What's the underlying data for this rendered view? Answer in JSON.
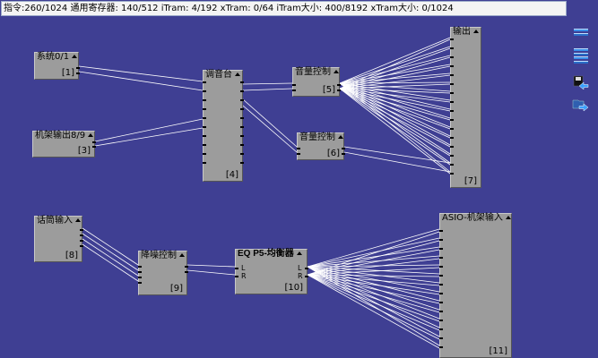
{
  "status_text": "指令:260/1024 通用寄存器: 140/512 iTram: 4/192 xTram: 0/64 iTram大小: 400/8192 xTram大小: 0/1024",
  "toolbar": {
    "btn1_icon": "equals-icon",
    "btn2_icon": "equals-icon",
    "btn3_icon": "equals-icon",
    "btn4_icon": "save-arrow-left-icon",
    "btn5_icon": "open-arrow-right-icon"
  },
  "blocks": {
    "sys": {
      "title": "系统0/1",
      "num": "[1]"
    },
    "rack_out": {
      "title": "机架输出8/9",
      "num": "[3]"
    },
    "mixer": {
      "title": "调音台",
      "num": "[4]"
    },
    "vol1": {
      "title": "音量控制",
      "num": "[5]"
    },
    "vol2": {
      "title": "音量控制",
      "num": "[6]"
    },
    "output": {
      "title": "输出",
      "num": "[7]"
    },
    "mic": {
      "title": "话筒输入",
      "num": "[8]"
    },
    "noise": {
      "title": "降噪控制",
      "num": "[9]"
    },
    "eq": {
      "title": "EQ P5-均衡器",
      "num": "[10]",
      "port_l": "L",
      "port_r": "R",
      "port_l_out": "L",
      "port_r_out": "R"
    },
    "asio": {
      "title": "ASIO-机架输入",
      "num": "[11]"
    }
  },
  "colors": {
    "background": "#3f3f93",
    "block": "#9c9c9c",
    "wire": "#ffffff"
  }
}
